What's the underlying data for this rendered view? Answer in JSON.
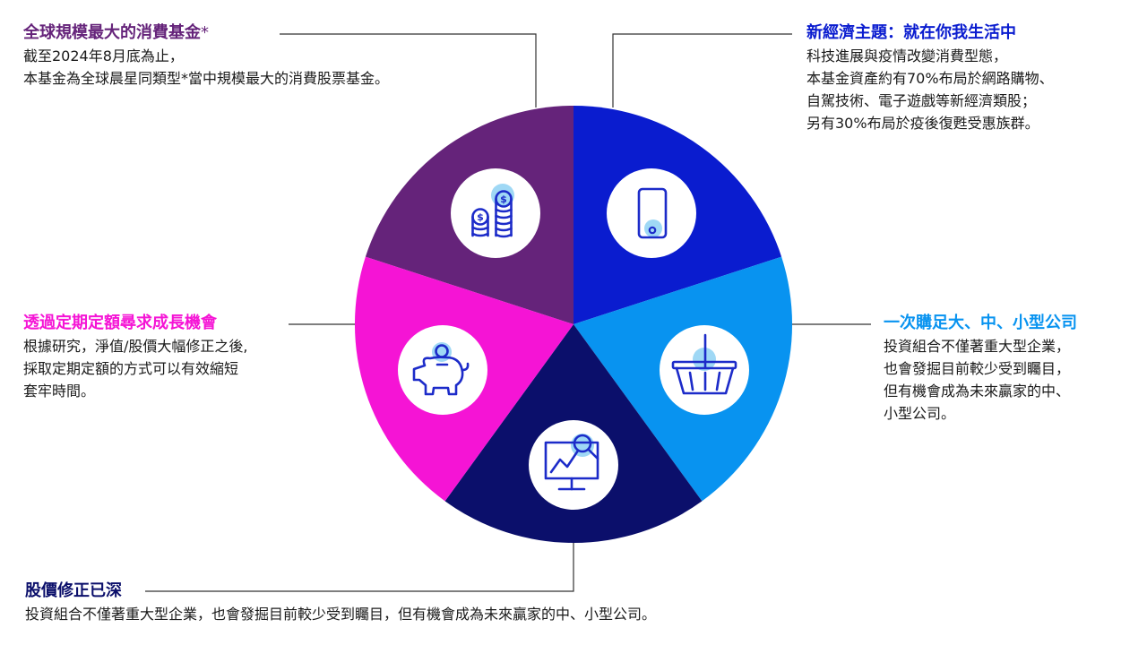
{
  "colors": {
    "purple": "#65237a",
    "royal_blue": "#0a1ccf",
    "sky_blue": "#0893f0",
    "navy": "#0b0f6b",
    "magenta": "#f514d5",
    "icon_stroke": "#1c2bc9",
    "icon_highlight": "#9fd8f5",
    "leader_line": "#333333"
  },
  "blocks": {
    "top_left": {
      "title": "全球規模最大的消費基金",
      "title_star": "*",
      "lines": [
        "截至2024年8月底為止，",
        "本基金為全球晨星同類型*當中規模最大的消費股票基金。"
      ]
    },
    "top_right": {
      "title": "新經濟主題：就在你我生活中",
      "lines": [
        "科技進展與疫情改變消費型態，",
        "本基金資產約有70%布局於網路購物、",
        "自駕技術、電子遊戲等新經濟類股；",
        "另有30%布局於疫後復甦受惠族群。"
      ]
    },
    "middle_left": {
      "title": "透過定期定額尋求成長機會",
      "lines": [
        "根據研究，淨值/股價大幅修正之後,",
        "採取定期定額的方式可以有效縮短",
        "套牢時間。"
      ]
    },
    "middle_right": {
      "title": "一次購足大、中、小型公司",
      "lines": [
        "投資組合不僅著重大型企業，",
        "也會發掘目前較少受到矚目，",
        "但有機會成為未來贏家的中、",
        "小型公司。"
      ]
    },
    "bottom": {
      "title": "股價修正已深",
      "lines": [
        "投資組合不僅著重大型企業，也會發掘目前較少受到矚目，但有機會成為未來贏家的中、小型公司。"
      ]
    }
  },
  "segments": [
    {
      "key": "top_left",
      "icon": "coins-icon",
      "color": "#65237a"
    },
    {
      "key": "top_right",
      "icon": "smartphone-icon",
      "color": "#0a1ccf"
    },
    {
      "key": "middle_right",
      "icon": "shopping-basket-icon",
      "color": "#0893f0"
    },
    {
      "key": "bottom",
      "icon": "chart-monitor-search-icon",
      "color": "#0b0f6b"
    },
    {
      "key": "middle_left",
      "icon": "piggy-bank-icon",
      "color": "#f514d5"
    }
  ]
}
